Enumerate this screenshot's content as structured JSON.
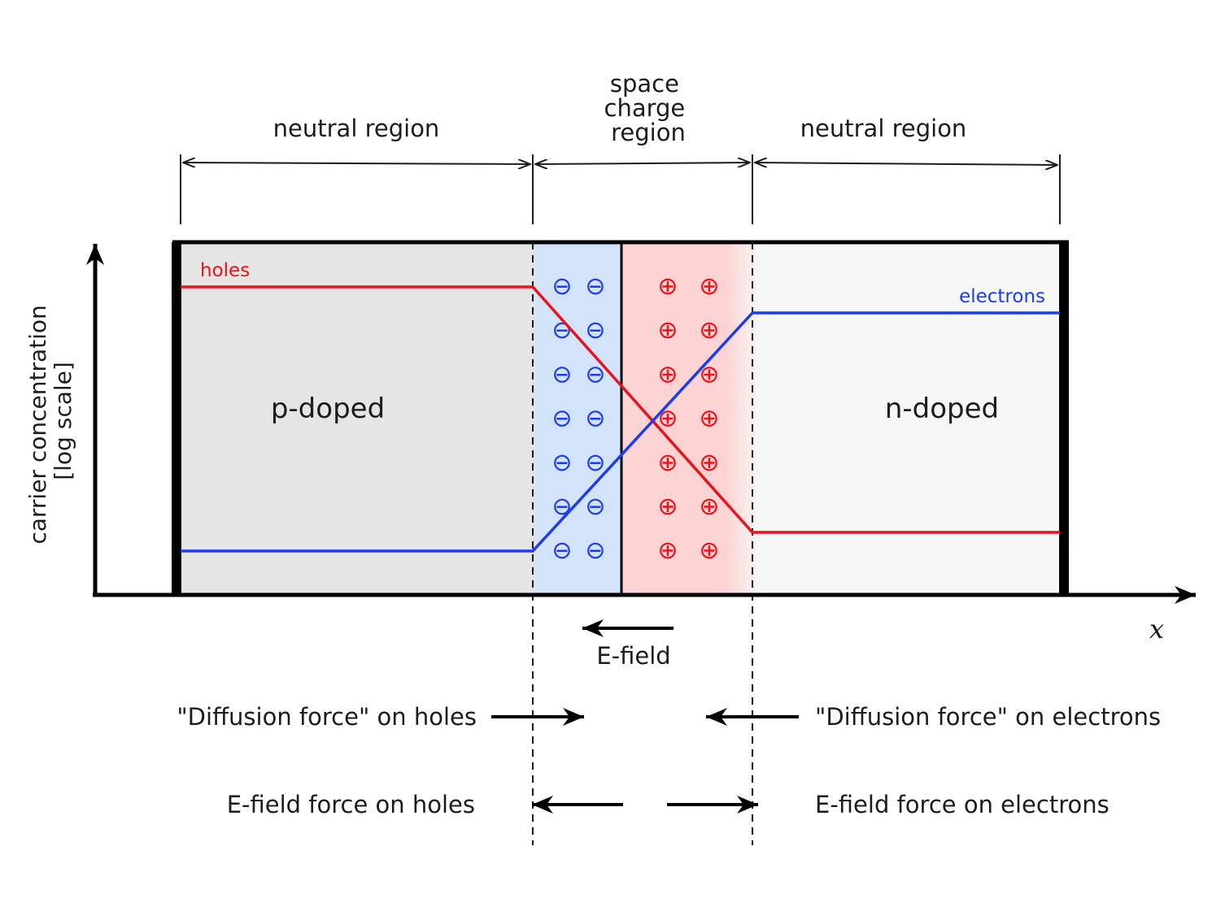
{
  "title": "",
  "regions": {
    "left": "neutral region",
    "middle": [
      "space",
      "charge",
      "region"
    ],
    "right": "neutral region"
  },
  "zones": {
    "p_label": "p-doped",
    "n_label": "n-doped"
  },
  "curves": {
    "holes": "holes",
    "electrons": "electrons"
  },
  "axes": {
    "y_label": [
      "carrier concentration",
      "[log scale]"
    ],
    "x_label": "x"
  },
  "charges": {
    "negative_symbol": "⊖",
    "positive_symbol": "⊕",
    "rows": 7,
    "columns_per_side": 2
  },
  "field": {
    "e_field": "E-field"
  },
  "forces": {
    "diffusion_holes": "\"Diffusion force\" on holes",
    "diffusion_electrons": "\"Diffusion force\" on electrons",
    "efield_holes": "E-field force on holes",
    "efield_electrons": "E-field force on electrons"
  },
  "colors": {
    "holes": "#e8131b",
    "electrons": "#1c3cf0",
    "p_region": "#e5e5e5",
    "n_region": "#f7f7f7",
    "depletion_negative": "#d3e3fb",
    "depletion_positive": "#fdd3d3"
  }
}
